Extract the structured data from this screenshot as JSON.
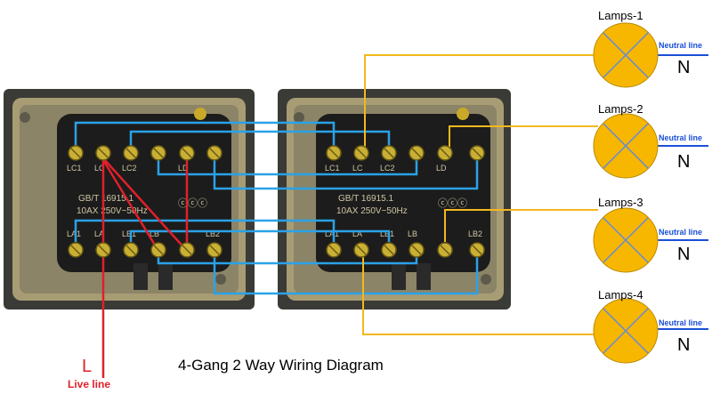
{
  "title": "4-Gang 2 Way Wiring Diagram",
  "live": {
    "symbol": "L",
    "label": "Live line"
  },
  "switch": {
    "standard": "GB/T   16915.1",
    "rating": "10AX 250V~50Hz",
    "top_terminals": [
      "LC1",
      "LC",
      "LC2",
      "",
      "LD",
      ""
    ],
    "bottom_terminals": [
      "LA1",
      "LA",
      "LB1",
      "LB",
      "",
      "LB2"
    ]
  },
  "lamps": [
    {
      "name": "Lamps-1",
      "neutral": "Neutral line",
      "n": "N"
    },
    {
      "name": "Lamps-2",
      "neutral": "Neutral line",
      "n": "N"
    },
    {
      "name": "Lamps-3",
      "neutral": "Neutral line",
      "n": "N"
    },
    {
      "name": "Lamps-4",
      "neutral": "Neutral line",
      "n": "N"
    }
  ],
  "colors": {
    "live": "#e0202a",
    "traveler": "#2aa2e8",
    "lamp_wire": "#f2b81e",
    "lamp_fill": "#f7b700",
    "neutral_text": "#1b4fd6",
    "switch_body": "#9a9072",
    "switch_inner": "#1c1c1c",
    "terminal": "#c9b034"
  }
}
